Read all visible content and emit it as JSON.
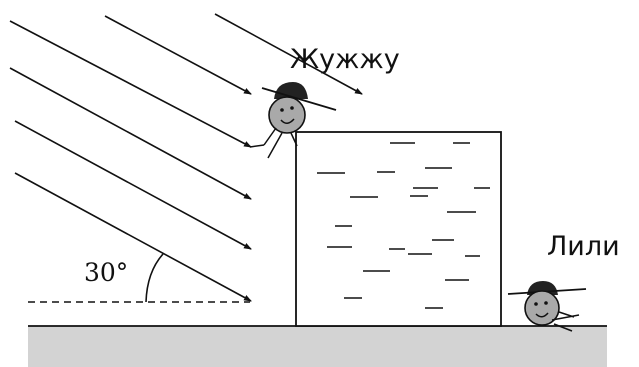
{
  "labels": {
    "character_top": "Жужжу",
    "character_right": "Лили",
    "angle": "30°"
  },
  "colors": {
    "ground": "#d3d3d3",
    "head": "#a9a9a9",
    "cap": "#222222",
    "line": "#111111"
  }
}
